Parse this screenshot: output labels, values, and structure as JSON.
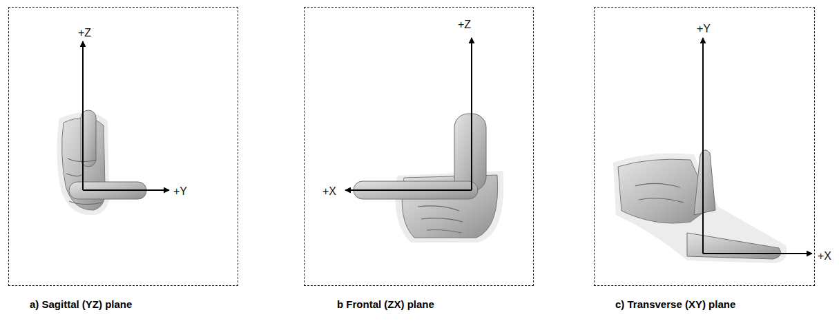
{
  "diagram": {
    "nodes": [
      {
        "text": [
          "+Z",
          "+Y",
          "a)   Sagittal (YZ) plane"
        ]
      },
      {
        "text": [
          "+Z",
          "+X",
          "b   Frontal (ZX) plane"
        ]
      },
      {
        "text": [
          "+Y",
          "+X",
          "c)   Transverse (XY) plane"
        ]
      }
    ]
  }
}
